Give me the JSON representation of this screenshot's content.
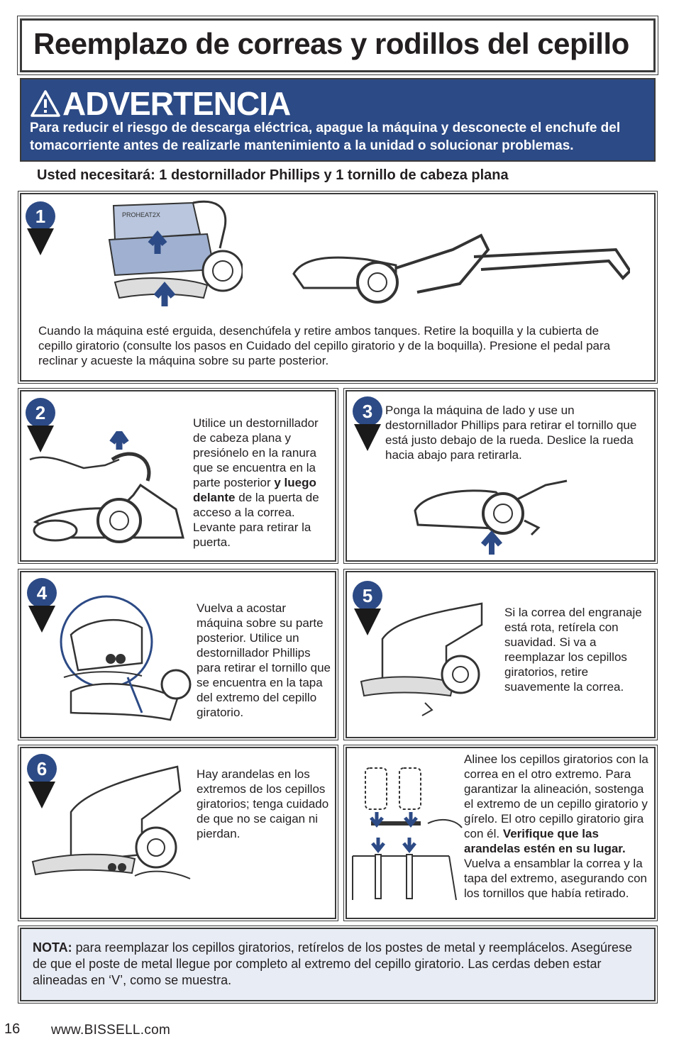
{
  "title": "Reemplazo de correas y rodillos del cepillo",
  "warning": {
    "heading": "ADVERTENCIA",
    "icon": "warning-triangle-icon",
    "text": "Para reducir el riesgo de descarga eléctrica, apague la máquina y desconecte el enchufe del tomacorriente antes de realizarle mantenimiento a la unidad o solucionar problemas."
  },
  "you_need": "Usted necesitará: 1 destornillador Phillips y 1 tornillo de cabeza plana",
  "steps": [
    {
      "number": "1",
      "text": "Cuando la máquina esté erguida, desenchúfela y retire ambos tanques. Retire la boquilla y la cubierta de cepillo giratorio (consulte los pasos en Cuidado del cepillo giratorio y de la boquilla). Presione el pedal para reclinar y acueste la máquina sobre su parte posterior.",
      "logo": "PROHEAT2X"
    },
    {
      "number": "2",
      "text_a": "Utilice un destornillador de cabeza plana y presiónelo en la ranura que se encuentra en la parte posterior ",
      "text_bold": "y luego delante",
      "text_b": " de la puerta de acceso a la correa. Levante para retirar la puerta."
    },
    {
      "number": "3",
      "text": "Ponga la máquina de lado y use un destornillador Phillips para retirar el tornillo que está justo debajo de la rueda. Deslice la rueda hacia abajo para retirarla."
    },
    {
      "number": "4",
      "text": "Vuelva a acostar máquina sobre su parte posterior. Utilice un destornillador Phillips para retirar el tornillo que se encuentra en la tapa del extremo del cepillo giratorio."
    },
    {
      "number": "5",
      "text": "Si la correa del engranaje está rota, retírela con suavidad. Si va a reemplazar los cepillos giratorios, retire suavemente la correa."
    },
    {
      "number": "6",
      "text": "Hay arandelas en los extremos de los cepillos giratorios; tenga cuidado de que no se caigan ni pierdan."
    },
    {
      "number": "",
      "text_a": "Alinee los cepillos giratorios con la correa en el otro extremo. Para garantizar la alineación, sostenga el extremo de un cepillo giratorio y gírelo. El otro cepillo giratorio gira con él. ",
      "text_bold": "Verifique que las arandelas estén en su lugar.",
      "text_b": " Vuelva a ensamblar la correa y la tapa del extremo, asegurando con los tornillos que había retirado."
    }
  ],
  "note": {
    "label": "NOTA:",
    "text": " para reemplazar los cepillos giratorios, retírelos de los postes de metal y reemplácelos. Asegúrese de que el poste de metal llegue por completo al extremo del cepillo giratorio. Las cerdas deben estar alineadas en ‘V’, como se muestra."
  },
  "footer": {
    "page": "16",
    "url": "www.BISSELL.com"
  },
  "colors": {
    "accent_blue": "#2c4a85",
    "note_bg": "#e8ecf4",
    "text": "#231f20"
  }
}
